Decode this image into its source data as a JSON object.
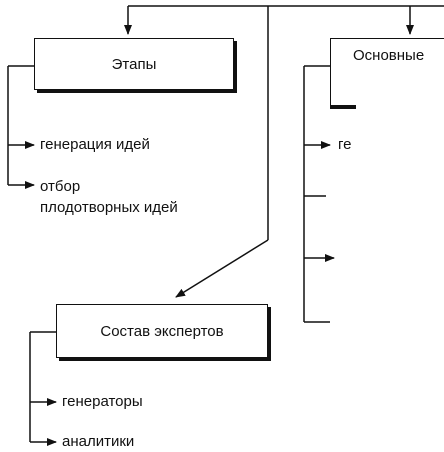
{
  "diagram": {
    "box_stages": "Этапы",
    "box_main": "Основные",
    "box_experts": "Состав экспертов",
    "stages": {
      "item1": "генерация идей",
      "item2_line1": "отбор",
      "item2_line2": "плодотворных идей"
    },
    "main_items": {
      "item1": "ге"
    },
    "experts": {
      "item1": "генераторы",
      "item2": "аналитики"
    },
    "colors": {
      "ink": "#111111",
      "paper": "#ffffff"
    }
  }
}
